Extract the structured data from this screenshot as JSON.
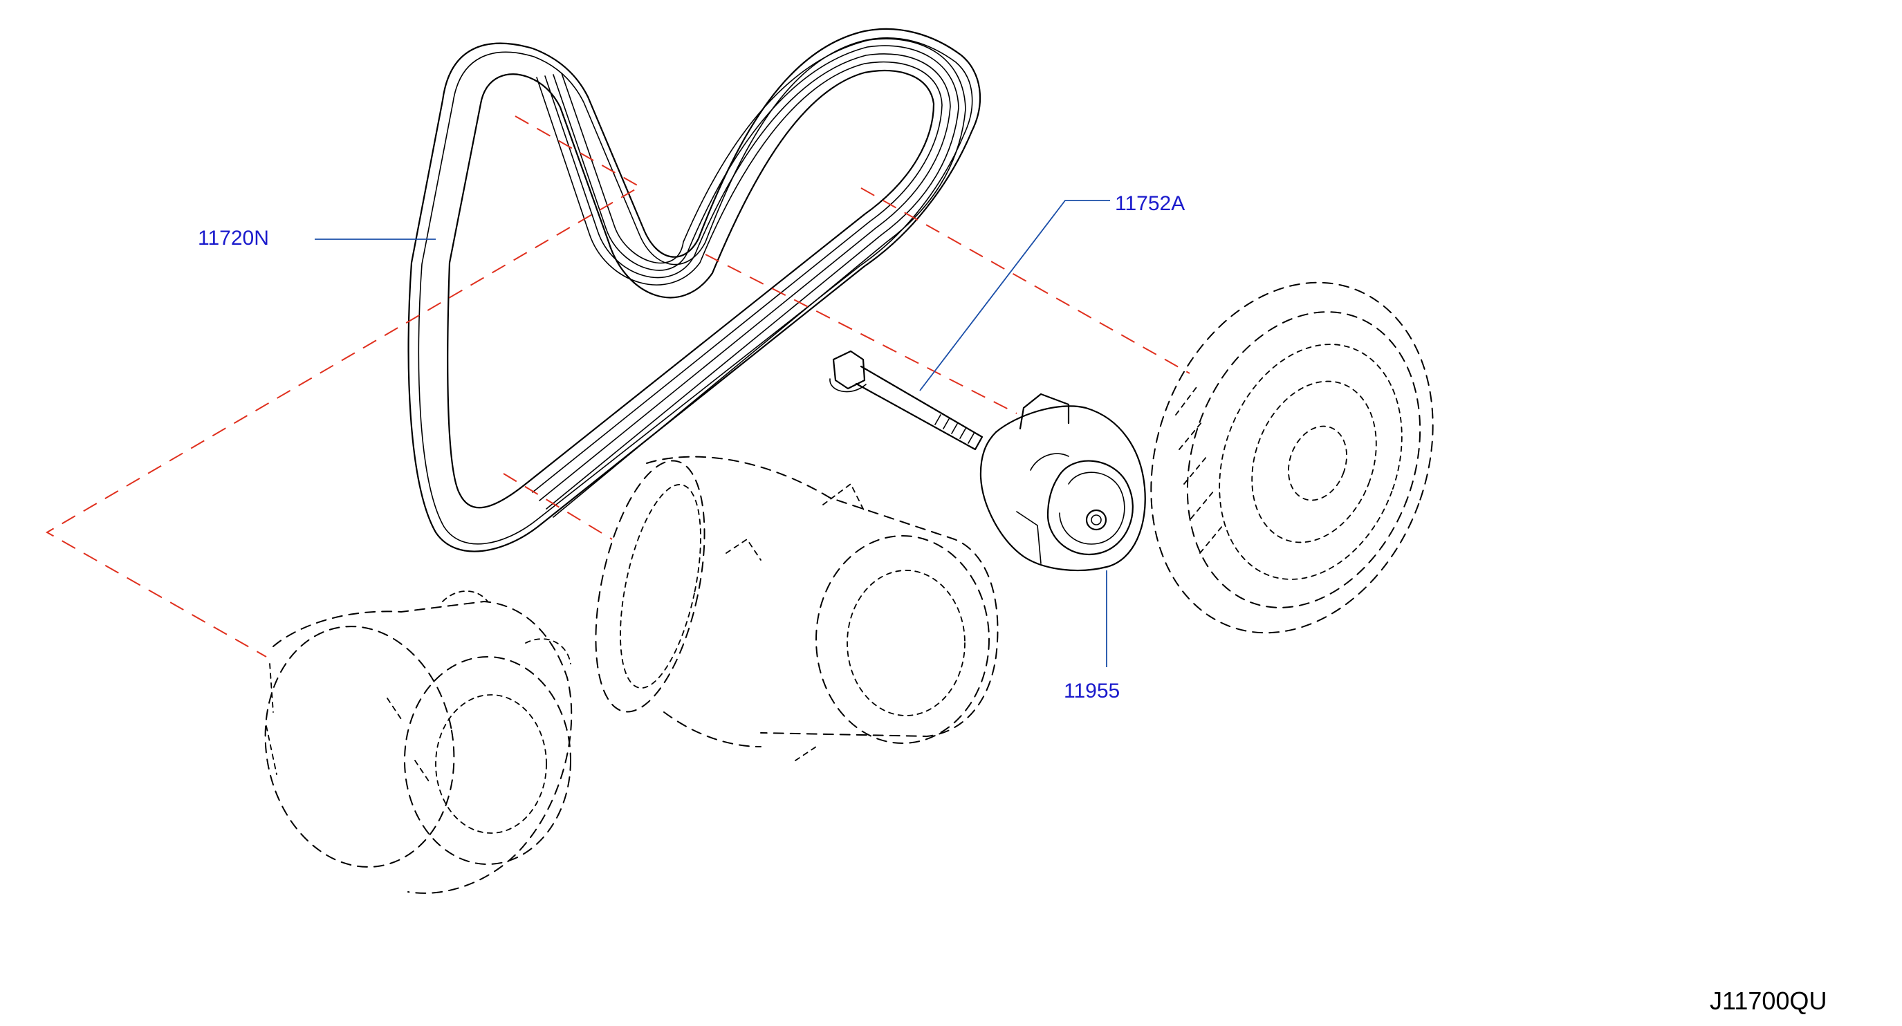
{
  "diagram": {
    "figure_code": "J11700QU",
    "colors": {
      "callout_text": "#1a1acc",
      "leader_line": "#1a4ea8",
      "assembly_line": "#e0301e",
      "drawing_ink": "#000000"
    },
    "parts": {
      "belt": {
        "number": "11720N"
      },
      "bolt": {
        "number": "11752A"
      },
      "tensioner": {
        "number": "11955"
      }
    }
  }
}
